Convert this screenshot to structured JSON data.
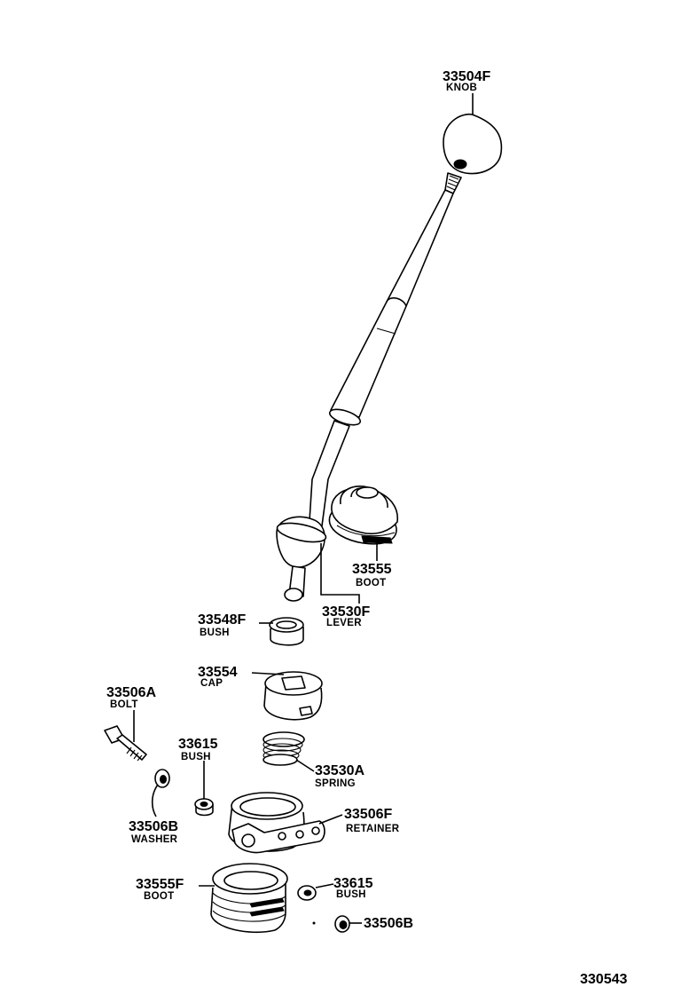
{
  "figure_number": "330543",
  "parts": [
    {
      "id": "knob",
      "number": "33504F",
      "name": "KNOB"
    },
    {
      "id": "boot-upper",
      "number": "33555",
      "name": "BOOT"
    },
    {
      "id": "lever",
      "number": "33530F",
      "name": "LEVER"
    },
    {
      "id": "bush-lever",
      "number": "33548F",
      "name": "BUSH"
    },
    {
      "id": "cap",
      "number": "33554",
      "name": "CAP"
    },
    {
      "id": "bolt",
      "number": "33506A",
      "name": "BOLT"
    },
    {
      "id": "bush-upper",
      "number": "33615",
      "name": "BUSH"
    },
    {
      "id": "spring",
      "number": "33530A",
      "name": "SPRING"
    },
    {
      "id": "washer",
      "number": "33506B",
      "name": "WASHER"
    },
    {
      "id": "retainer",
      "number": "33506F",
      "name": "RETAINER"
    },
    {
      "id": "boot-lower",
      "number": "33555F",
      "name": "BOOT"
    },
    {
      "id": "bush-lower",
      "number": "33615",
      "name": "BUSH"
    },
    {
      "id": "washer-lower",
      "number": "33506B",
      "name": ""
    }
  ]
}
